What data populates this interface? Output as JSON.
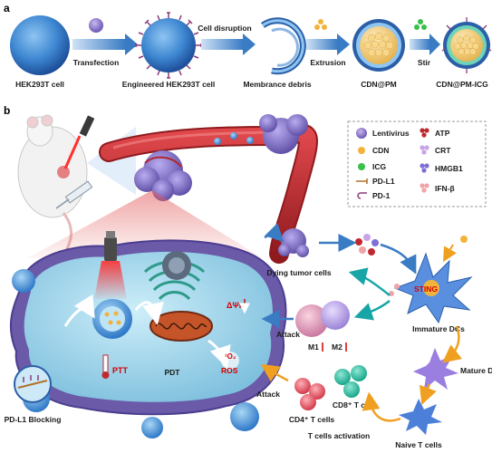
{
  "panel_a": {
    "label": "a",
    "stages": [
      "HEK293T cell",
      "Engineered HEK293T cell",
      "Membrance debris",
      "CDN@PM",
      "CDN@PM-ICG"
    ],
    "arrows": [
      "Transfection",
      "Cell disruption",
      "Extrusion",
      "Stir"
    ]
  },
  "panel_b": {
    "label": "b",
    "legend": {
      "left": [
        "Lentivirus",
        "CDN",
        "ICG",
        "PD-L1",
        "PD-1"
      ],
      "right": [
        "ATP",
        "CRT",
        "HMGB1",
        "IFN-β"
      ]
    },
    "labels": {
      "dying": "Dying tumor cells",
      "sting": "STING",
      "immature": "Immature DCs",
      "mature": "Mature DCs",
      "naive": "Naive T cells",
      "tact": "T cells activation",
      "cd8": "CD8⁺ T cells",
      "cd4": "CD4⁺ T cells",
      "m1": "M1",
      "m2": "M2",
      "attack1": "Attack",
      "attack2": "Attack",
      "ptt": "PTT",
      "pdt": "PDT",
      "ros": "ROS",
      "o2": "¹O₂",
      "dpsi": "ΔΨm",
      "pdl1": "PD-L1 Blocking"
    }
  },
  "colors": {
    "arrow_blue": "#3a7cc4",
    "arrow_teal": "#18a5a5",
    "arrow_orange": "#f0a020",
    "membrane": "#6a5aa8",
    "cytoplasm": "#9fd3ea",
    "vessel": "#b2262b",
    "tumor": "#8a7bc6",
    "red_text": "#d40000"
  }
}
